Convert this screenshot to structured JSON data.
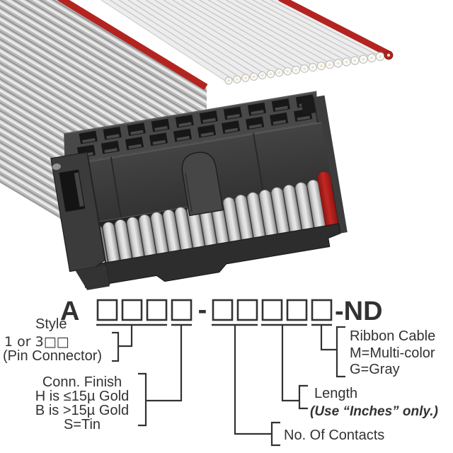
{
  "part_number": {
    "prefix": "A",
    "separator": "-",
    "suffix": "-ND",
    "group1_boxes": 4,
    "group2_boxes": 5
  },
  "callouts": {
    "style": {
      "line1": "Style",
      "line2": "1 or 3□□",
      "line3": "(Pin Connector)"
    },
    "conn_finish": {
      "line1": "Conn. Finish",
      "line2": "H is ≤15µ Gold",
      "line3": "B is >15µ Gold",
      "line4": "S=Tin"
    },
    "ribbon_cable": {
      "line1": "Ribbon Cable",
      "line2": "M=Multi-color",
      "line3": "G=Gray"
    },
    "length": {
      "line1": "Length",
      "line2": "(Use “Inches” only.)"
    },
    "contacts": {
      "line1": "No. Of Contacts"
    }
  },
  "photo": {
    "colors": {
      "red": "#b32420",
      "red_dark": "#8c1a16",
      "cable_gray": "#d6d6d6",
      "connector_body": "#3b3b3b",
      "connector_top": "#484848",
      "hole_dark": "#171717",
      "loop_gray": "#c9c9c9",
      "wire_core_cream": "#efe5bd"
    },
    "counts": {
      "cut_wire_ends": 20,
      "idc_contact_rows": 2,
      "idc_contacts_per_row": 10,
      "strain_relief_loops": 19
    }
  }
}
